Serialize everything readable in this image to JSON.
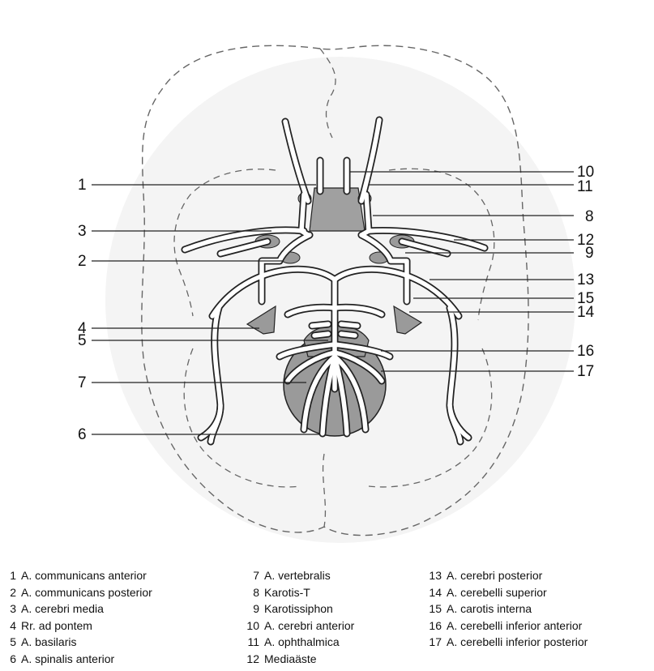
{
  "callouts": {
    "c1": "1",
    "c2": "2",
    "c3": "3",
    "c4": "4",
    "c5": "5",
    "c6": "6",
    "c7": "7",
    "c8": "8",
    "c9": "9",
    "c10": "10",
    "c11": "11",
    "c12": "12",
    "c13": "13",
    "c14": "14",
    "c15": "15",
    "c16": "16",
    "c17": "17"
  },
  "legend": {
    "col1": [
      {
        "num": "1",
        "text": "A. communicans anterior"
      },
      {
        "num": "2",
        "text": "A. communicans posterior"
      },
      {
        "num": "3",
        "text": "A. cerebri media"
      },
      {
        "num": "4",
        "text": "Rr. ad pontem"
      },
      {
        "num": "5",
        "text": "A. basilaris"
      },
      {
        "num": "6",
        "text": "A. spinalis anterior"
      }
    ],
    "col2": [
      {
        "num": "7",
        "text": "A. vertebralis"
      },
      {
        "num": "8",
        "text": "Karotis-T"
      },
      {
        "num": "9",
        "text": "Karotissiphon"
      },
      {
        "num": "10",
        "text": "A. cerebri anterior"
      },
      {
        "num": "11",
        "text": "A. ophthalmica"
      },
      {
        "num": "12",
        "text": "Mediaäste"
      }
    ],
    "col3": [
      {
        "num": "13",
        "text": "A. cerebri posterior"
      },
      {
        "num": "14",
        "text": "A. cerebelli superior"
      },
      {
        "num": "15",
        "text": "A. carotis interna"
      },
      {
        "num": "16",
        "text": "A. cerebelli inferior anterior"
      },
      {
        "num": "17",
        "text": "A. cerebelli inferior posterior"
      }
    ]
  }
}
